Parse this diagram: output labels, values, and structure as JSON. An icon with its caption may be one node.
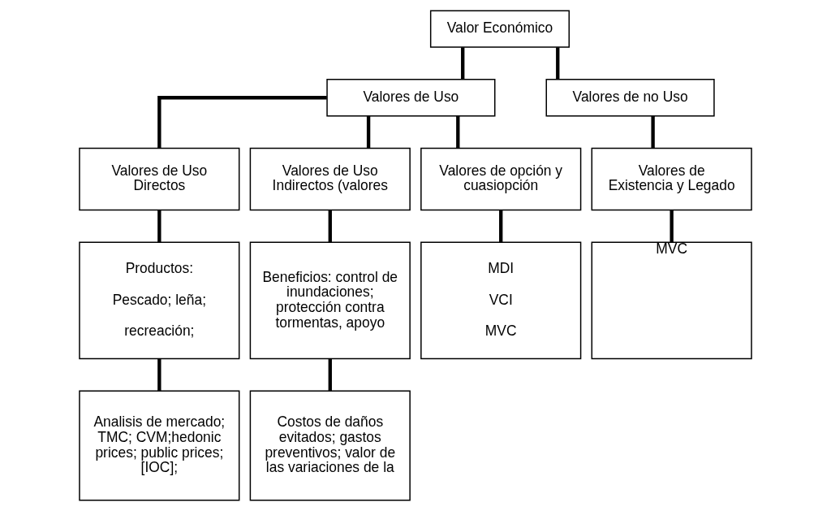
{
  "diagram": {
    "nodes": [
      {
        "text": [
          "Valor Económico"
        ]
      },
      {
        "text": [
          "Valores de Uso"
        ]
      },
      {
        "text": [
          "Valores de no Uso"
        ]
      },
      {
        "text": [
          "Valores de Uso Directos"
        ]
      },
      {
        "text": [
          "Valores de Uso Indirectos (valores"
        ]
      },
      {
        "text": [
          "Valores de opción y cuasiopción"
        ]
      },
      {
        "text": [
          "Valores de Existencia y Legado"
        ]
      },
      {
        "text": [
          "Productos:",
          "Pescado; leña;",
          "recreación;"
        ]
      },
      {
        "text": [
          "Beneficios: control de inundaciones; protección contra tormentas, apoyo"
        ]
      },
      {
        "text": [
          "MDI",
          "VCI",
          "MVC"
        ]
      },
      {
        "text": [
          "MVC"
        ]
      },
      {
        "text": [
          "Analisis de mercado; TMC; CVM;hedonic prices; public prices; [IOC];"
        ]
      },
      {
        "text": [
          "Costos de daños evitados; gastos preventivos; valor de las variaciones de la"
        ]
      }
    ],
    "edges": [
      {
        "from": 0,
        "to": 1,
        "arrow": "none"
      },
      {
        "from": 0,
        "to": 2,
        "arrow": "none"
      },
      {
        "from": 1,
        "to": 3,
        "arrow": "none"
      },
      {
        "from": 1,
        "to": 4,
        "arrow": "none"
      },
      {
        "from": 1,
        "to": 5,
        "arrow": "none"
      },
      {
        "from": 2,
        "to": 6,
        "arrow": "none"
      },
      {
        "from": 3,
        "to": 7,
        "arrow": "none"
      },
      {
        "from": 4,
        "to": 8,
        "arrow": "none"
      },
      {
        "from": 5,
        "to": 9,
        "arrow": "none"
      },
      {
        "from": 6,
        "to": 10,
        "arrow": "none"
      },
      {
        "from": 7,
        "to": 11,
        "arrow": "none"
      },
      {
        "from": 8,
        "to": 12,
        "arrow": "none"
      }
    ]
  }
}
